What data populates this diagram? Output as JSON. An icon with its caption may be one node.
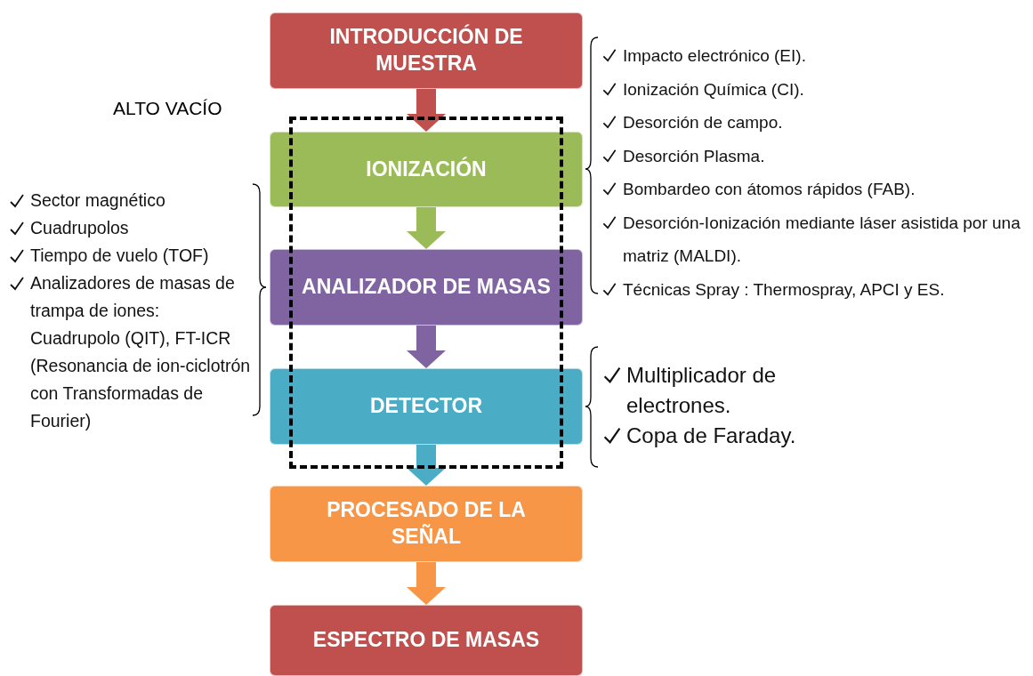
{
  "diagram": {
    "nodes": [
      {
        "text": [
          "INTRODUCCIÓN DE MUESTRA"
        ]
      },
      {
        "text": [
          "IONIZACIÓN"
        ],
        "beside": [
          "Impacto electrónico (EI).",
          "Ionización Química (CI).",
          "Desorción de campo.",
          "Desorción Plasma.",
          "Bombardeo con átomos rápidos (FAB).",
          "Desorción-Ionización mediante láser asistida por una matriz (MALDI).",
          "Técnicas Spray : Thermospray, APCI y ES."
        ]
      },
      {
        "text": [
          "ANALIZADOR DE MASAS"
        ],
        "beside": [
          "Sector magnético",
          "Cuadrupolos",
          "Tiempo de vuelo (TOF)",
          "Analizadores de masas de trampa de iones: Cuadrupolo (QIT), FT-ICR (Resonancia de ion-ciclotrón con Transformadas de Fourier)"
        ]
      },
      {
        "text": [
          "DETECTOR"
        ],
        "beside": [
          "Multiplicador de electrones.",
          "Copa de Faraday."
        ]
      },
      {
        "text": [
          "PROCESADO DE LA SEÑAL"
        ]
      },
      {
        "text": [
          "ESPECTRO DE MASAS"
        ]
      }
    ],
    "edges": [
      {
        "from": 0,
        "to": 1,
        "arrow": "to",
        "color": "#c0504d"
      },
      {
        "from": 1,
        "to": 2,
        "arrow": "to",
        "color": "#9bbb59"
      },
      {
        "from": 2,
        "to": 3,
        "arrow": "to",
        "color": "#8064a2"
      },
      {
        "from": 3,
        "to": 4,
        "arrow": "to",
        "color": "#4bacc6"
      },
      {
        "from": 4,
        "to": 5,
        "arrow": "to",
        "color": "#f79646"
      }
    ],
    "labels": [
      "ALTO VACÍO"
    ]
  }
}
